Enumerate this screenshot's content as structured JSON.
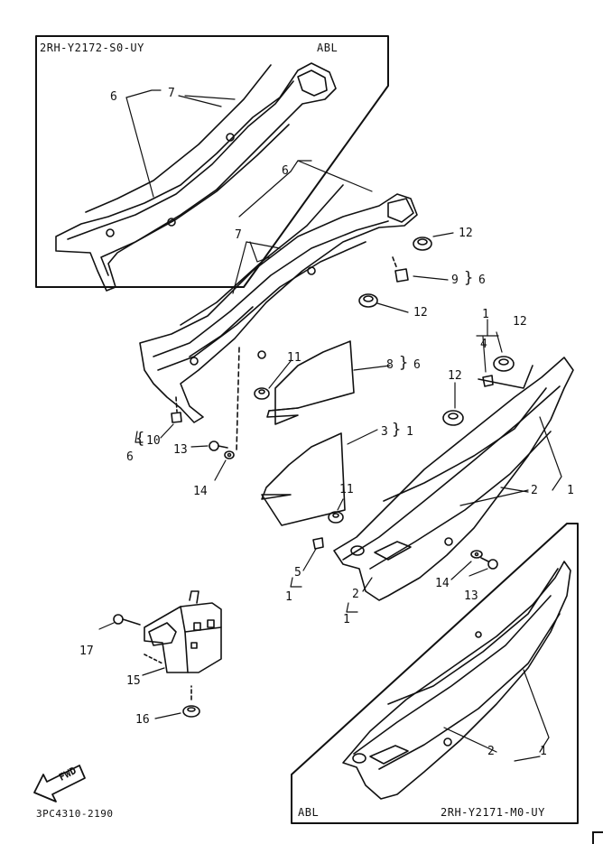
{
  "boxes": {
    "top": {
      "code": "2RH-Y2172-S0-UY",
      "tag": "ABL"
    },
    "bottom": {
      "code": "2RH-Y2171-M0-UY",
      "tag": "ABL"
    }
  },
  "drawing_number": "3PC4310-2190",
  "fwd_label": "FWD",
  "callouts": {
    "c6a": "6",
    "c7a": "7",
    "c6b": "6",
    "c7b": "7",
    "c12a": "12",
    "c9": "9",
    "c9ref": "6",
    "c12b": "12",
    "c11a": "11",
    "c8": "8",
    "c8ref": "6",
    "c1top": "1",
    "c4": "4",
    "c12c": "12",
    "c12d": "12",
    "c3": "3",
    "c3ref": "1",
    "c10": "10",
    "c10ref": "6",
    "c13a": "13",
    "c14a": "14",
    "c2a": "2",
    "c1a": "1",
    "c11b": "11",
    "c5": "5",
    "c5ref": "1",
    "c2b": "2",
    "c2bref": "1",
    "c14b": "14",
    "c13b": "13",
    "c17": "17",
    "c15": "15",
    "c16": "16",
    "c2c": "2",
    "c1b": "1"
  }
}
